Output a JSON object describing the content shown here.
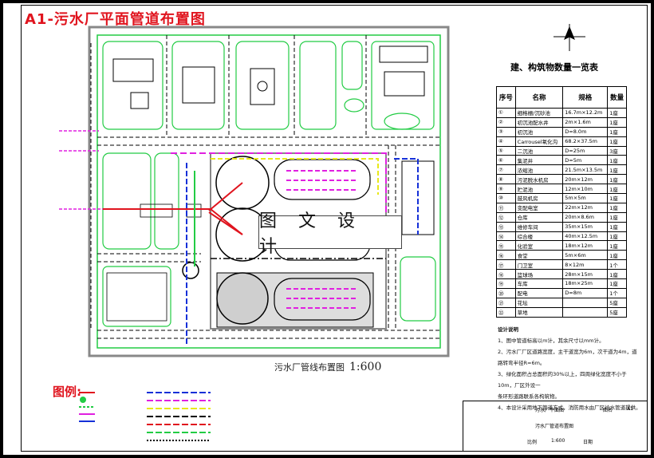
{
  "title": "A1-污水厂平面管道布置图",
  "plan_caption": {
    "label": "污水厂管线布置图",
    "scale": "1:600"
  },
  "watermark": "图 文 设 计",
  "legend": {
    "title": "图例:"
  },
  "table": {
    "title": "建、构筑物数量一览表",
    "headers": [
      "序号",
      "名称",
      "规格",
      "数量"
    ],
    "rows": [
      [
        "①",
        "细格栅/沉砂池",
        "16.7m×12.2m",
        "1座"
      ],
      [
        "②",
        "初沉池配水井",
        "2m×1.6m",
        "1座"
      ],
      [
        "③",
        "初沉池",
        "D=8.0m",
        "1座"
      ],
      [
        "④",
        "Carrousel氧化沟",
        "68.2×37.5m",
        "1座"
      ],
      [
        "⑤",
        "二沉池",
        "D=25m",
        "3座"
      ],
      [
        "⑥",
        "集泥井",
        "D=5m",
        "1座"
      ],
      [
        "⑦",
        "浓缩池",
        "21.5m×13.5m",
        "1座"
      ],
      [
        "⑧",
        "污泥脱水机房",
        "20m×12m",
        "1座"
      ],
      [
        "⑨",
        "贮泥池",
        "12m×10m",
        "1座"
      ],
      [
        "⑩",
        "鼓风机房",
        "5m×5m",
        "1座"
      ],
      [
        "⑪",
        "变配电室",
        "22m×12m",
        "1座"
      ],
      [
        "⑫",
        "仓库",
        "20m×8.6m",
        "1座"
      ],
      [
        "⑬",
        "维修车间",
        "35m×15m",
        "1座"
      ],
      [
        "⑭",
        "综合楼",
        "40m×12.5m",
        "1座"
      ],
      [
        "⑮",
        "化验室",
        "18m×12m",
        "1座"
      ],
      [
        "⑯",
        "食堂",
        "5m×6m",
        "1座"
      ],
      [
        "⑰",
        "门卫室",
        "8×12m",
        "1个"
      ],
      [
        "⑱",
        "篮球场",
        "28m×15m",
        "1座"
      ],
      [
        "⑲",
        "车库",
        "18m×25m",
        "1座"
      ],
      [
        "⑳",
        "配电",
        "D=8m",
        "1个"
      ],
      [
        "㉑",
        "花坛",
        "",
        "5座"
      ],
      [
        "㉒",
        "草地",
        "",
        "5座"
      ]
    ]
  },
  "notes": {
    "header": "设计说明",
    "items": [
      "1、图中管道标高以m计，其余尺寸以mm计。",
      "2、污水厂厂区道路宽度，主干道宽为6m，次干道为4m，道路转弯半径R=6m。",
      "3、绿化面积占总面积的30%以上，四周绿化宽度不小于10m，厂区外设一",
      "条环形道路联系各构筑物。",
      "4、本设计采用地下管道方式，消防用水由厂区给水管道提供。"
    ]
  },
  "title_block": {
    "project": "污水厂平面图",
    "drawing": "污水厂管道布置图",
    "sheet_no": "图名",
    "size": "A1",
    "scale_label": "比例",
    "scale": "1:600",
    "date_label": "日期"
  },
  "colors": {
    "red": "#e0141e",
    "green": "#22cc44",
    "blue": "#1530d8",
    "magenta": "#e020e0",
    "yellow": "#e8e81a"
  }
}
